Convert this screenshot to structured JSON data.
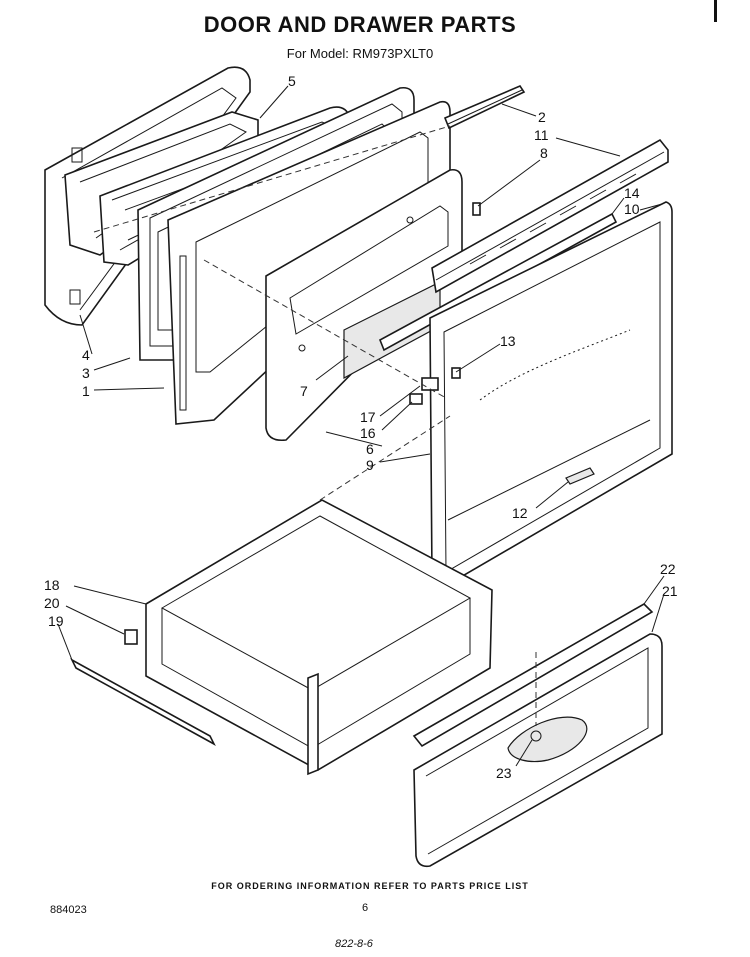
{
  "header": {
    "title": "DOOR AND DRAWER PARTS",
    "subtitle": "For Model: RM973PXLT0"
  },
  "callouts": [
    "1",
    "2",
    "3",
    "4",
    "5",
    "6",
    "7",
    "8",
    "9",
    "10",
    "11",
    "12",
    "13",
    "14",
    "16",
    "17",
    "18",
    "19",
    "20",
    "21",
    "22",
    "23"
  ],
  "footer": {
    "ordering_note": "FOR ORDERING INFORMATION REFER TO PARTS PRICE LIST",
    "doc_number": "884023",
    "page_number": "6",
    "code": "822-8-6"
  }
}
